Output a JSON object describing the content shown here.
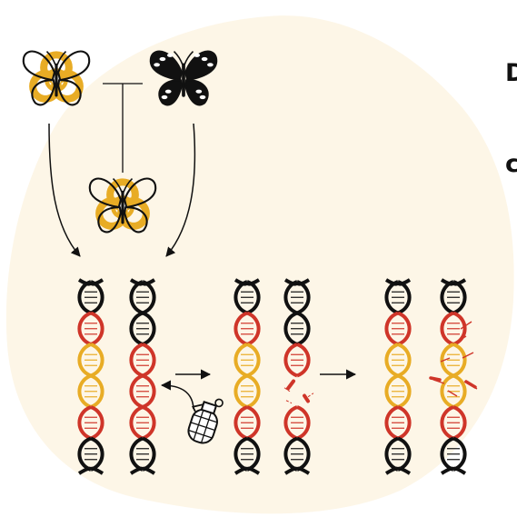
{
  "heading": {
    "lines": [
      "D",
      "c"
    ]
  },
  "colors": {
    "background": "#ffffff",
    "blob": "#fdf6e7",
    "yellow": "#e8ac25",
    "red": "#cf3529",
    "black": "#111111"
  },
  "icons": {
    "gene_drive_butterfly": "biohazard-butterfly-icon",
    "wild_butterfly": "wild-butterfly-icon",
    "offspring_butterfly": "biohazard-butterfly-icon",
    "grenade": "grenade-icon"
  },
  "chromosome_pairs": [
    {
      "stage": "before-cut",
      "left": [
        "black",
        "red",
        "yellow",
        "yellow",
        "red",
        "black"
      ],
      "right": [
        "black",
        "black",
        "red",
        "red",
        "red",
        "black"
      ]
    },
    {
      "stage": "after-cut",
      "left": [
        "black",
        "red",
        "yellow",
        "yellow",
        "red",
        "black"
      ],
      "right": [
        "black",
        "black",
        "red",
        "broken",
        "red",
        "black"
      ]
    },
    {
      "stage": "after-repair",
      "left": [
        "black",
        "red",
        "yellow",
        "yellow",
        "red",
        "black"
      ],
      "right": [
        "black",
        "red",
        "yellow",
        "yellow",
        "red",
        "black"
      ]
    }
  ]
}
